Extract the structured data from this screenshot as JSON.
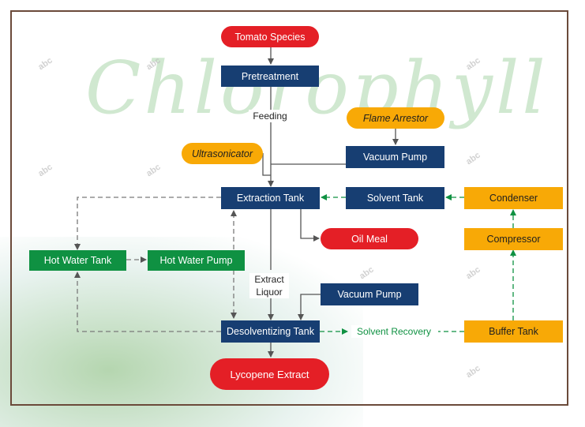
{
  "nodes": {
    "tomato_species": "Tomato Species",
    "pretreatment": "Pretreatment",
    "flame_arrestor": "Flame Arrestor",
    "ultrasonicator": "Ultrasonicator",
    "vacuum_pump_top": "Vacuum Pump",
    "extraction_tank": "Extraction Tank",
    "solvent_tank": "Solvent Tank",
    "condenser": "Condenser",
    "oil_meal": "Oil Meal",
    "compressor": "Compressor",
    "hot_water_tank": "Hot Water Tank",
    "hot_water_pump": "Hot Water Pump",
    "vacuum_pump_bottom": "Vacuum Pump",
    "desolventizing_tank": "Desolventizing Tank",
    "buffer_tank": "Buffer Tank",
    "lycopene_extract": "Lycopene Extract"
  },
  "labels": {
    "feeding": "Feeding",
    "extract_liquor_line1": "Extract",
    "extract_liquor_line2": "Liquor",
    "solvent_recovery": "Solvent Recovery"
  },
  "watermark": {
    "text": "Chlorophyll",
    "logo_text": "abc"
  },
  "colors": {
    "navy": "#173e72",
    "green": "#0f9142",
    "orange": "#f8a906",
    "red": "#e41f26",
    "frame": "#6b4a3a"
  }
}
